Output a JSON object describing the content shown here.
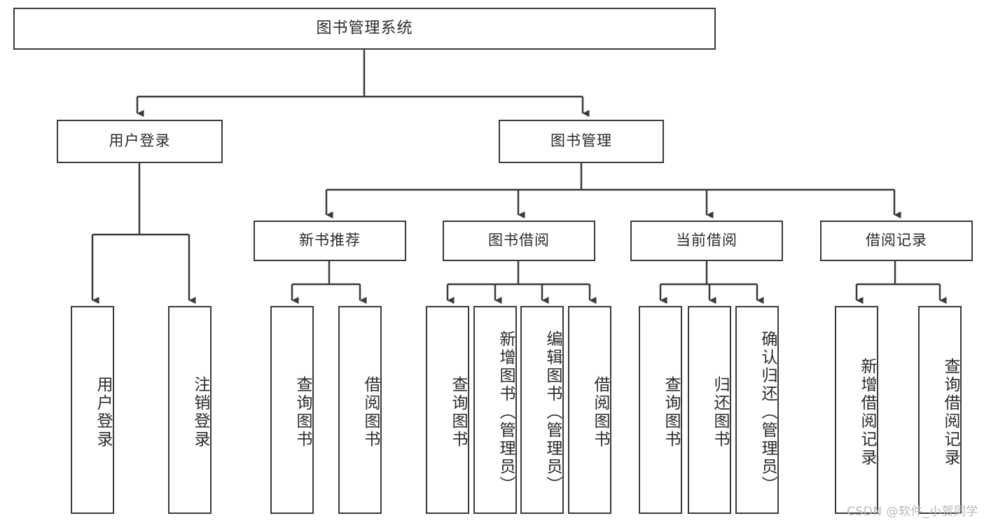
{
  "diagram": {
    "title": "图书管理系统",
    "watermark": "CSDN @软件_小贺同学",
    "type": "tree-hierarchy",
    "orientation": "top-down",
    "colors": {
      "stroke": "#3a3a3a",
      "fill": "#ffffff",
      "text": "#2b2b2b",
      "watermark": "#b9b9b9"
    },
    "root": {
      "label": "图书管理系统"
    },
    "level2": [
      {
        "label": "用户登录"
      },
      {
        "label": "图书管理"
      }
    ],
    "level3": [
      {
        "label": "新书推荐"
      },
      {
        "label": "图书借阅"
      },
      {
        "label": "当前借阅"
      },
      {
        "label": "借阅记录"
      }
    ],
    "leaves": {
      "user_login": [
        {
          "label": "用户登录"
        },
        {
          "label": "注销登录"
        }
      ],
      "new_book_recommend": [
        {
          "label": "查询图书"
        },
        {
          "label": "借阅图书"
        }
      ],
      "book_borrow": [
        {
          "label": "查询图书"
        },
        {
          "label": "新增图书（管理员）"
        },
        {
          "label": "编辑图书（管理员）"
        },
        {
          "label": "借阅图书"
        }
      ],
      "current_borrow": [
        {
          "label": "查询图书"
        },
        {
          "label": "归还图书"
        },
        {
          "label": "确认归还（管理员）"
        }
      ],
      "borrow_record": [
        {
          "label": "新增借阅记录"
        },
        {
          "label": "查询借阅记录"
        }
      ]
    }
  }
}
